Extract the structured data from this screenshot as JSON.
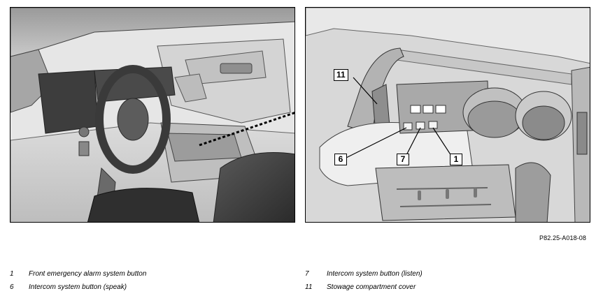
{
  "figure": {
    "code": "P82.25-A018-08"
  },
  "callouts": {
    "c11": "11",
    "c6": "6",
    "c7": "7",
    "c1": "1"
  },
  "legend": [
    {
      "number": "1",
      "text": "Front emergency alarm system button"
    },
    {
      "number": "6",
      "text": "Intercom system button (speak)"
    },
    {
      "number": "7",
      "text": "Intercom system button (listen)"
    },
    {
      "number": "11",
      "text": "Stowage compartment cover"
    }
  ]
}
